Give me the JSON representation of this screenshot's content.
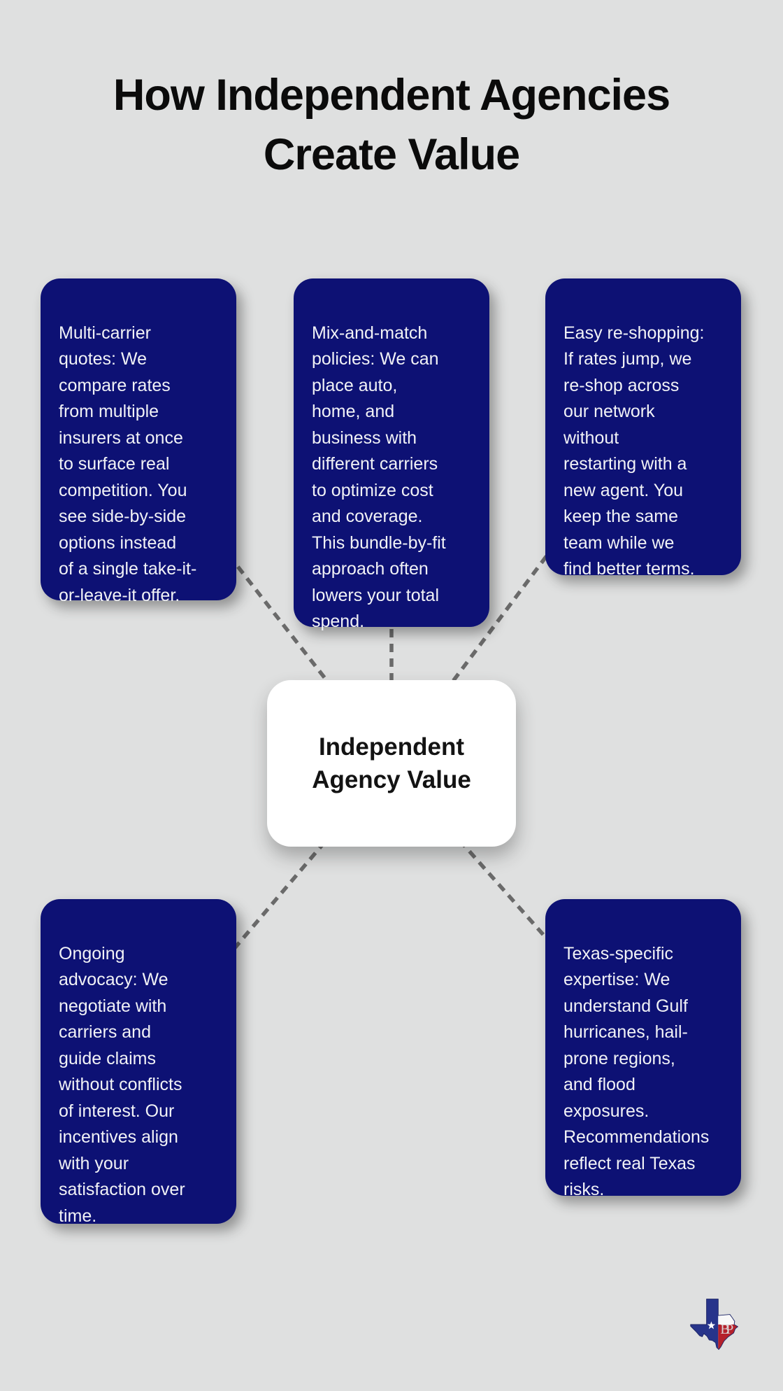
{
  "title": "How Independent Agencies\nCreate Value",
  "center_node": {
    "label": "Independent\nAgency Value"
  },
  "nodes": [
    {
      "id": "multi-carrier-quotes",
      "text": "Multi-carrier\nquotes: We\ncompare rates\nfrom multiple\ninsurers at once\nto surface real\ncompetition. You\nsee side-by-side\noptions instead\nof a single take-it-\nor-leave-it offer."
    },
    {
      "id": "mix-and-match-policies",
      "text": "Mix-and-match\npolicies: We can\nplace auto,\nhome, and\nbusiness with\ndifferent carriers\nto optimize cost\nand coverage.\nThis bundle-by-fit\napproach often\nlowers your total\nspend."
    },
    {
      "id": "easy-re-shopping",
      "text": "Easy re-shopping:\nIf rates jump, we\nre-shop across\nour network\nwithout\nrestarting with a\nnew agent. You\nkeep the same\nteam while we\nfind better terms."
    },
    {
      "id": "ongoing-advocacy",
      "text": "Ongoing\nadvocacy: We\nnegotiate with\ncarriers and\nguide claims\nwithout conflicts\nof interest. Our\nincentives align\nwith your\nsatisfaction over\ntime."
    },
    {
      "id": "texas-specific-expertise",
      "text": "Texas-specific\nexpertise: We\nunderstand Gulf\nhurricanes, hail-\nprone regions,\nand flood\nexposures.\nRecommendations\nreflect real Texas\nrisks."
    }
  ],
  "logo": {
    "description": "Texas state outline in Texas-flag colors with star",
    "monogram": "BP"
  },
  "colors": {
    "background": "#dfe0e0",
    "node_fill": "#0d1174",
    "node_text": "#f1f2f6",
    "center_fill": "#ffffff",
    "center_text": "#131313",
    "connector": "#6a6a6a",
    "title_text": "#0b0b0b",
    "texas_blue": "#27348b",
    "texas_red": "#b5212b",
    "texas_white": "#f8f8f8"
  }
}
